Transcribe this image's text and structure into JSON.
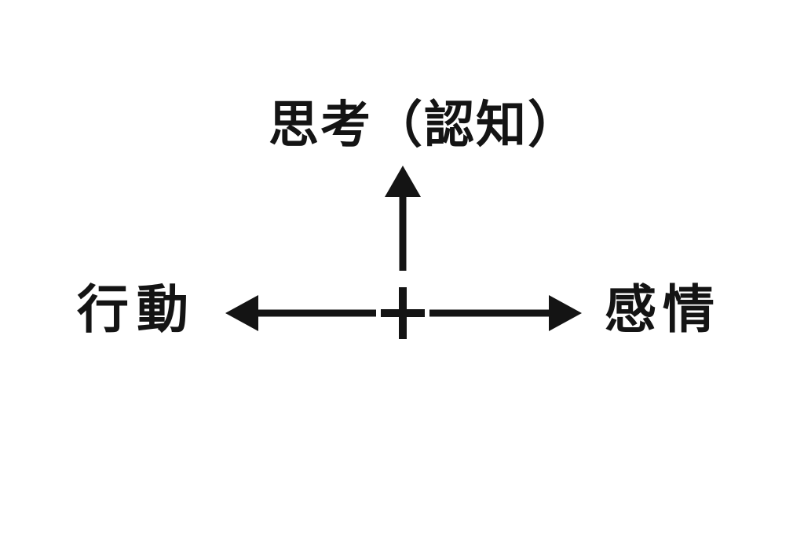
{
  "diagram": {
    "top_label": "思考（認知）",
    "left_label": "行動",
    "right_label": "感情",
    "colors": {
      "ink": "#141414",
      "background": "#ffffff"
    }
  }
}
